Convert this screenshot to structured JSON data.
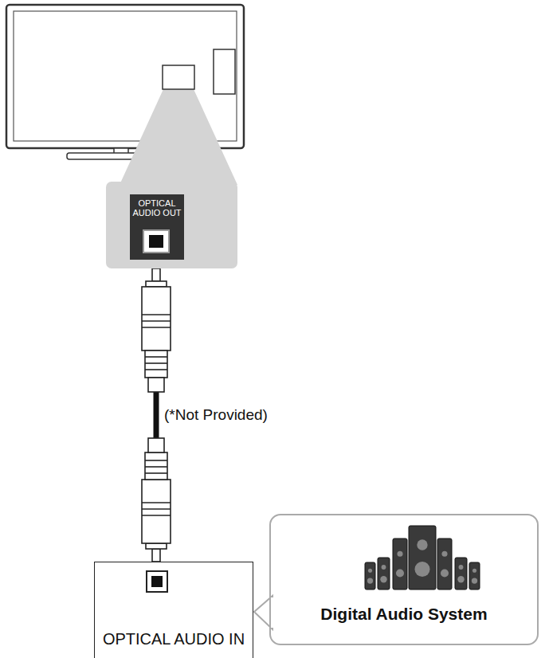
{
  "diagram": {
    "nodes": [
      {
        "text": [
          "OPTICAL AUDIO OUT"
        ]
      },
      {
        "text": [
          "OPTICAL AUDIO IN"
        ]
      },
      {
        "text": [
          "Digital Audio System"
        ]
      }
    ],
    "edges": [
      {
        "from": 0,
        "to": 1,
        "arrow": "none",
        "label": "(*Not Provided)"
      }
    ]
  }
}
